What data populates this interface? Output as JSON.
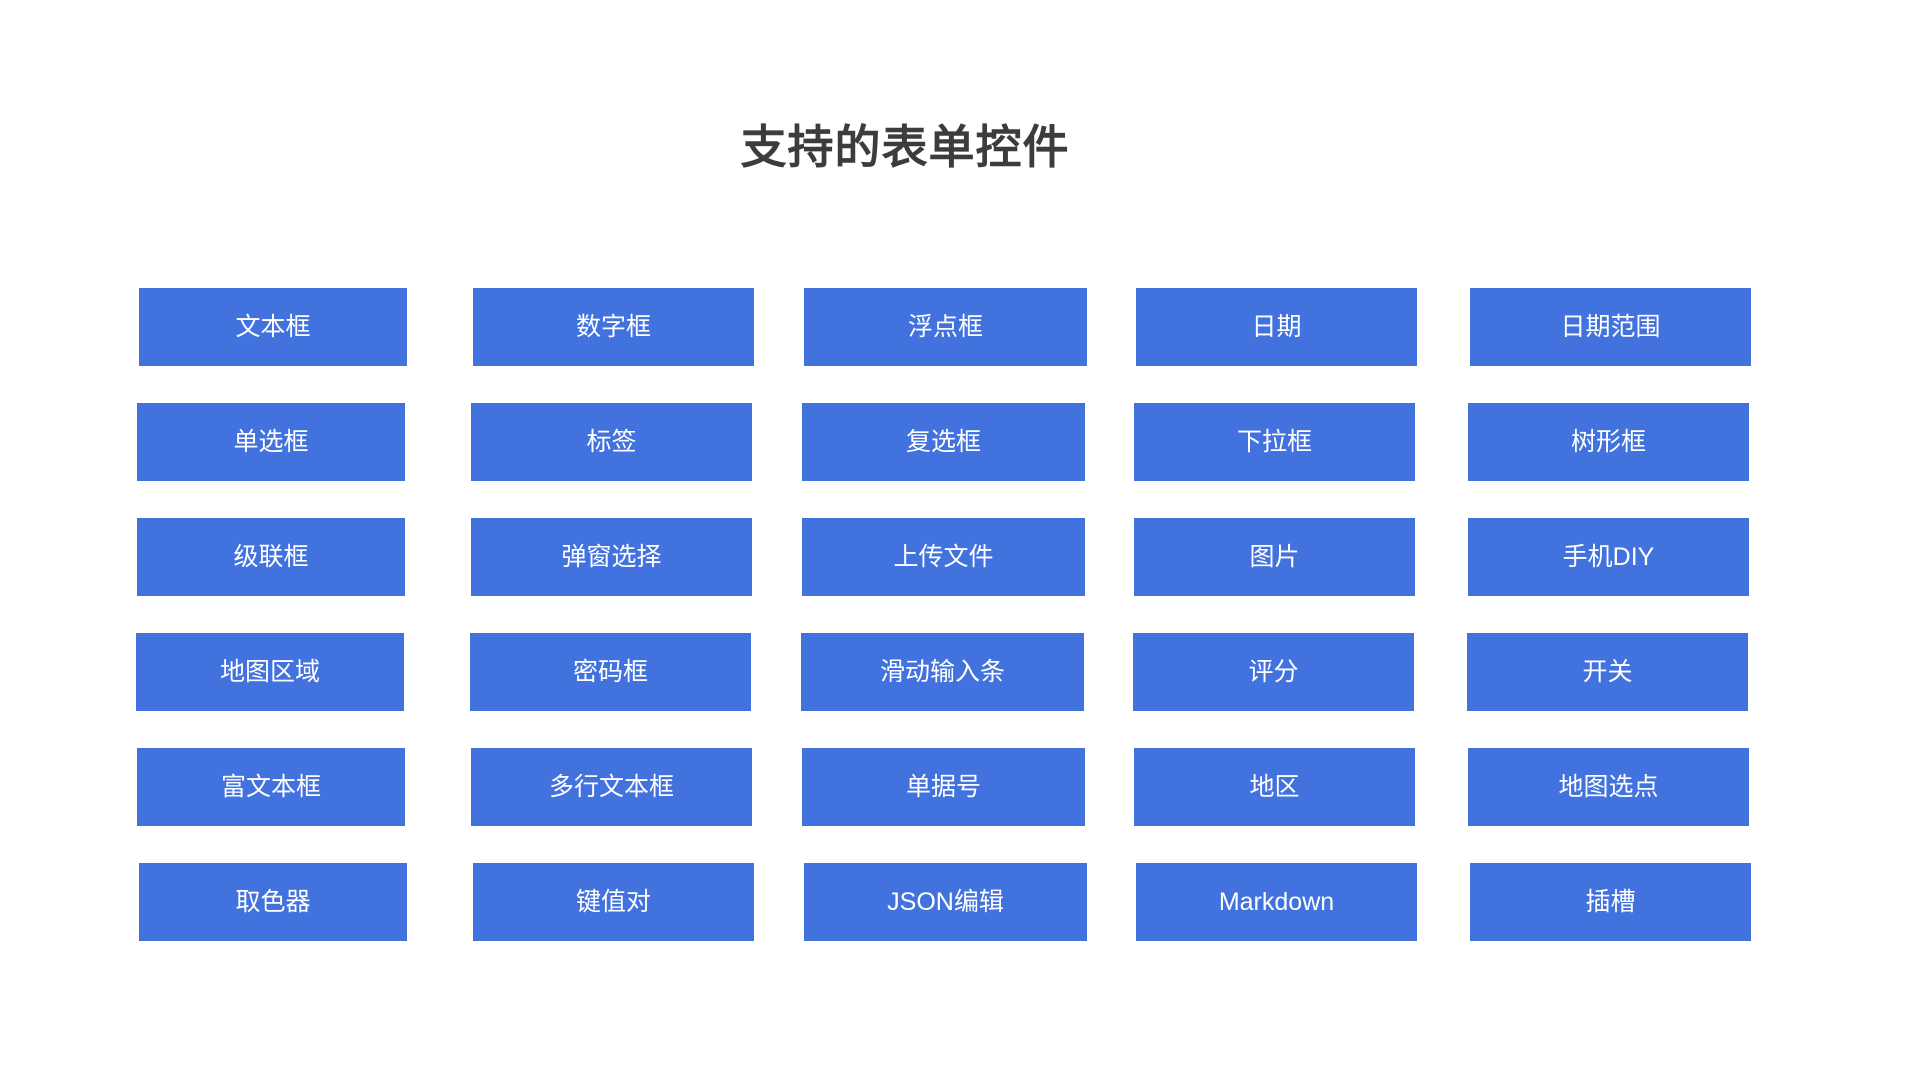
{
  "page": {
    "title": "支持的表单控件",
    "background_color": "#ffffff",
    "title_color": "#3c3c3c",
    "chip_color": "#4272de",
    "chip_text_color": "#ffffff"
  },
  "grid": {
    "columns": 5,
    "rows": 6,
    "items": [
      [
        {
          "label": "文本框"
        },
        {
          "label": "数字框"
        },
        {
          "label": "浮点框"
        },
        {
          "label": "日期"
        },
        {
          "label": "日期范围"
        }
      ],
      [
        {
          "label": "单选框"
        },
        {
          "label": "标签"
        },
        {
          "label": "复选框"
        },
        {
          "label": "下拉框"
        },
        {
          "label": "树形框"
        }
      ],
      [
        {
          "label": "级联框"
        },
        {
          "label": "弹窗选择"
        },
        {
          "label": "上传文件"
        },
        {
          "label": "图片"
        },
        {
          "label": "手机DIY"
        }
      ],
      [
        {
          "label": "地图区域"
        },
        {
          "label": "密码框"
        },
        {
          "label": "滑动输入条"
        },
        {
          "label": "评分"
        },
        {
          "label": "开关"
        }
      ],
      [
        {
          "label": "富文本框"
        },
        {
          "label": "多行文本框"
        },
        {
          "label": "单据号"
        },
        {
          "label": "地区"
        },
        {
          "label": "地图选点"
        }
      ],
      [
        {
          "label": "取色器"
        },
        {
          "label": "键值对"
        },
        {
          "label": "JSON编辑"
        },
        {
          "label": "Markdown"
        },
        {
          "label": "插槽"
        }
      ]
    ]
  }
}
